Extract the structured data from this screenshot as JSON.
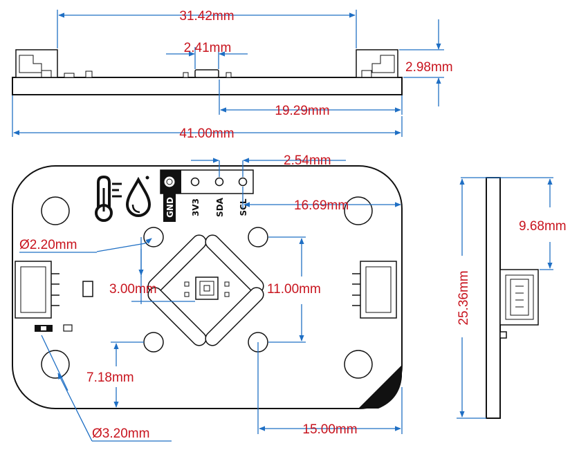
{
  "colors": {
    "dimension_line": "#1f6fc4",
    "dimension_text": "#c8141e",
    "outline": "#111111",
    "board_fill": "#ffffff",
    "corner_fill": "#111111"
  },
  "side_view": {
    "dimensions": {
      "connector_span": "31.42mm",
      "sensor_width": "2.41mm",
      "board_thickness": "2.98mm",
      "sensor_offset": "19.29mm",
      "board_length": "41.00mm"
    }
  },
  "top_view": {
    "pin_labels": [
      "GND",
      "3V3",
      "SDA",
      "SCL"
    ],
    "icons": [
      "thermometer-icon",
      "droplet-icon"
    ],
    "dimensions": {
      "pin_pitch": "2.54mm",
      "pin_offset": "16.69mm",
      "small_hole_diameter": "Ø2.20mm",
      "sensor_offset": "3.00mm",
      "hole_spacing_vertical": "11.00mm",
      "edge_offset": "7.18mm",
      "hole_spacing_horizontal": "15.00mm",
      "large_hole_diameter": "Ø3.20mm"
    }
  },
  "end_view": {
    "dimensions": {
      "connector_offset": "9.68mm",
      "board_width": "25.36mm"
    }
  }
}
